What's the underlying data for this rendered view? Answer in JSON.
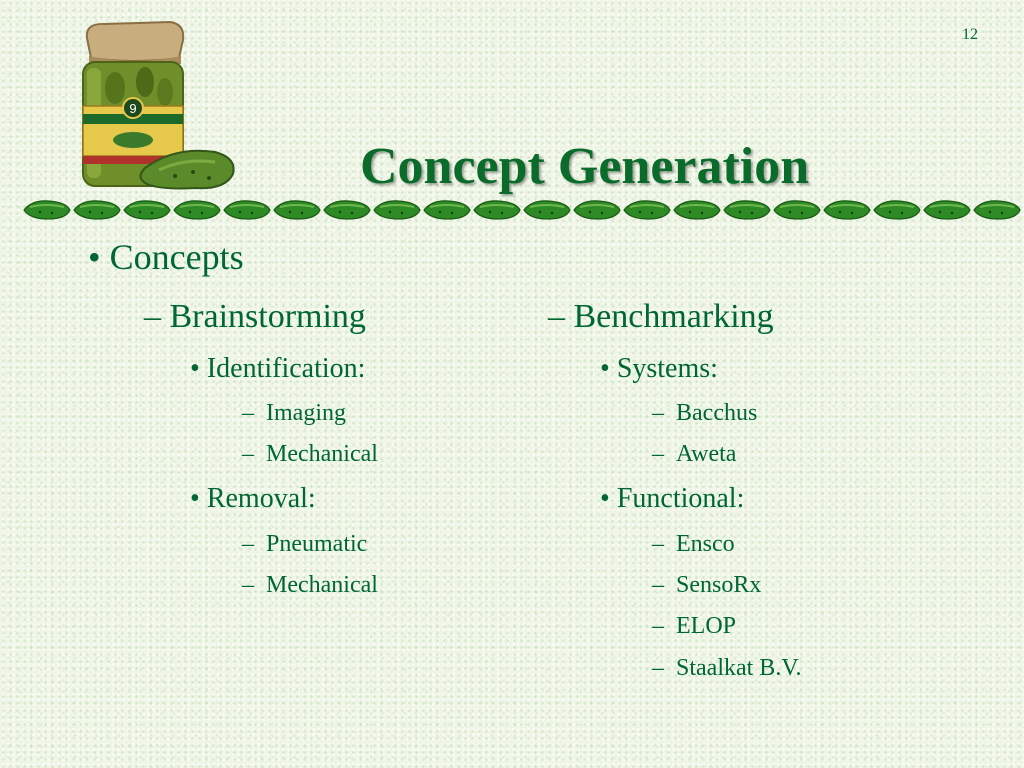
{
  "slide": {
    "number": "12",
    "title": "Concept Generation"
  },
  "outline": {
    "top_bullet": "Concepts",
    "left": {
      "heading": "Brainstorming",
      "groups": [
        {
          "label": "Identification:",
          "items": [
            "Imaging",
            "Mechanical"
          ]
        },
        {
          "label": "Removal:",
          "items": [
            "Pneumatic",
            "Mechanical"
          ]
        }
      ]
    },
    "right": {
      "heading": "Benchmarking",
      "groups": [
        {
          "label": "Systems:",
          "items": [
            "Bacchus",
            "Aweta"
          ]
        },
        {
          "label": "Functional:",
          "items": [
            "Ensco",
            "SensoRx",
            "ELOP",
            "Staalkat B.V."
          ]
        }
      ]
    }
  },
  "colors": {
    "text_green": "#006633",
    "title_green": "#0a6b2a",
    "pickle_green": "#2e8a25"
  },
  "icons": {
    "jar": "pickle-jar-icon",
    "divider": "pickle-divider-icon"
  }
}
